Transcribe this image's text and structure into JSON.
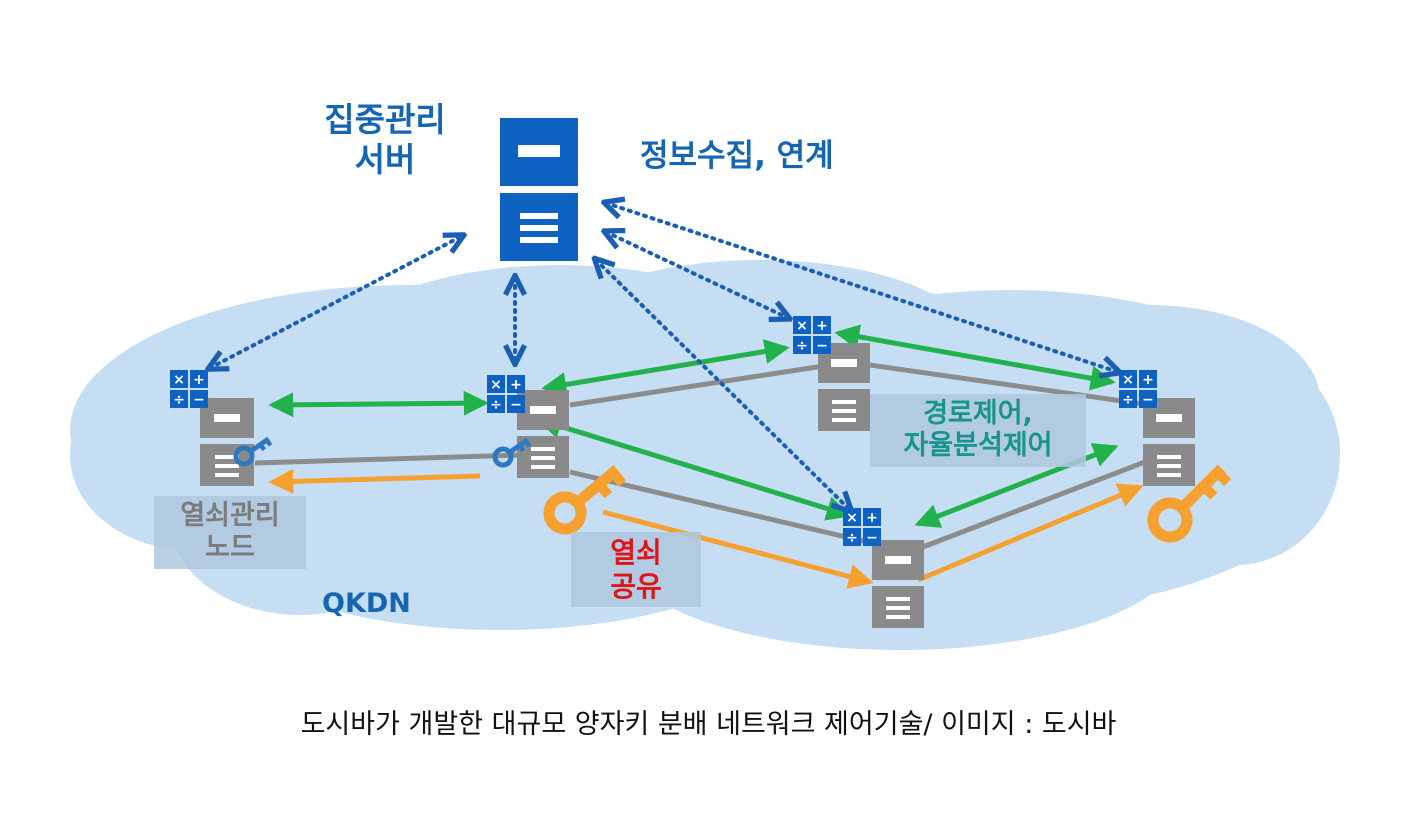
{
  "diagram": {
    "central_server_label": [
      "집중관리",
      "서버"
    ],
    "info_collect_label": "정보수집, 연계",
    "route_control_label": [
      "경로제어,",
      "자율분석제어"
    ],
    "key_node_label": [
      "열쇠관리",
      "노드"
    ],
    "key_share_label": [
      "열쇠",
      "공유"
    ],
    "network_label": "QKDN",
    "controller_symbols": [
      "×",
      "+",
      "÷",
      "−"
    ],
    "colors": {
      "cloud": "#c6def3",
      "server": "#0e62c2",
      "node": "#8a8a8a",
      "link_gray": "#8c8c8c",
      "arrow_green": "#22b24c",
      "arrow_blue_dotted": "#1a5fb4",
      "key_orange": "#f6a030",
      "key_blue": "#2e78c0",
      "label_blue": "#1466b3",
      "label_teal": "#15958b",
      "label_red": "#e01515",
      "label_gray": "#7c7c7c"
    }
  },
  "caption": "도시바가 개발한 대규모 양자키 분배 네트워크 제어기술/ 이미지 : 도시바"
}
